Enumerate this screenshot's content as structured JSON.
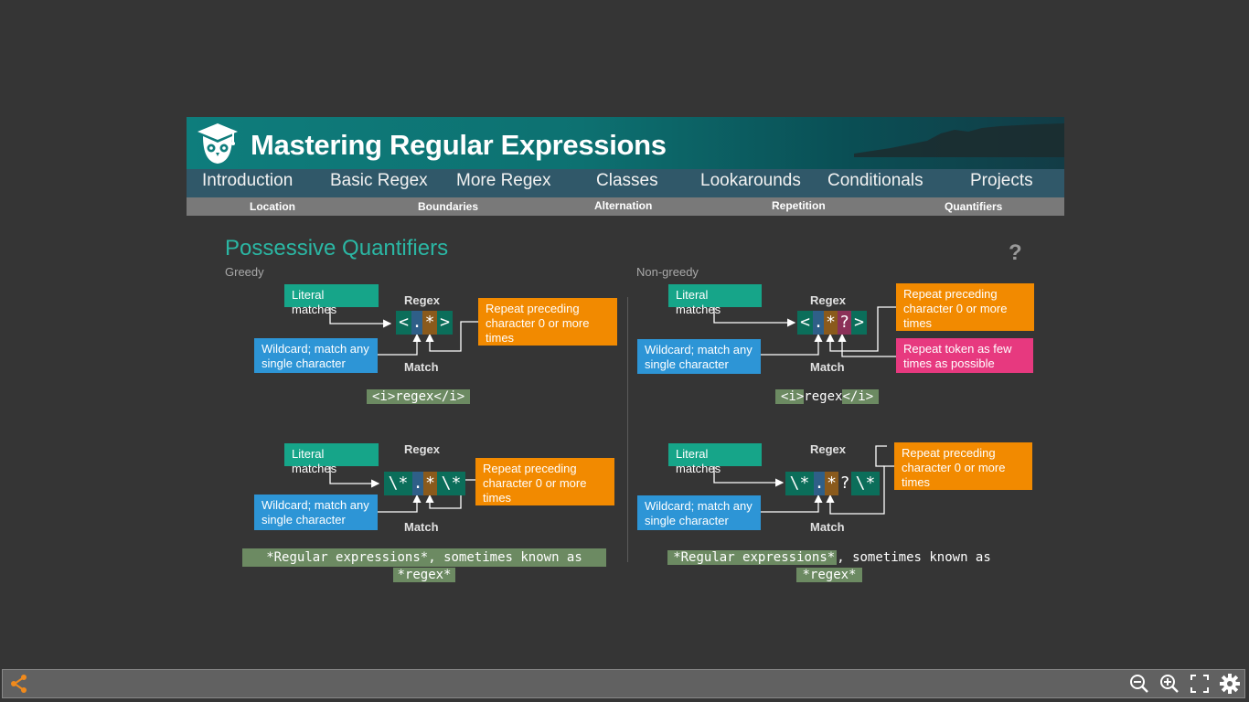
{
  "header": {
    "title": "Mastering Regular Expressions"
  },
  "nav": {
    "items": [
      "Introduction",
      "Basic Regex",
      "More Regex",
      "Classes",
      "Lookarounds",
      "Conditionals",
      "Projects"
    ]
  },
  "subnav": {
    "items": [
      "Location",
      "Boundaries",
      "Alternation",
      "Repetition",
      "Quantifiers"
    ]
  },
  "content": {
    "heading": "Possessive Quantifiers",
    "help": "?",
    "greedy_label": "Greedy",
    "nongreedy_label": "Non-greedy",
    "regex_label": "Regex",
    "match_label": "Match",
    "literal_matches": "Literal matches",
    "wildcard": "Wildcard; match any single character",
    "repeat_preceding": "Repeat preceding character 0 or more times",
    "repeat_few": "Repeat token as few times as possible",
    "greedy_1": {
      "tokens": [
        "<",
        ".",
        "*",
        ">"
      ],
      "result": "<i>regex</i>"
    },
    "nongreedy_1": {
      "tokens": [
        "<",
        ".",
        "*",
        "?",
        ">"
      ],
      "result_parts": [
        "<i>",
        "regex",
        "</i>"
      ]
    },
    "greedy_2": {
      "tokens": [
        "\\*",
        ".",
        "*",
        "\\*"
      ],
      "result_line1": "*Regular expressions*, sometimes known as",
      "result_line2": "*regex*"
    },
    "nongreedy_2": {
      "tokens": [
        "\\*",
        ".",
        "*",
        "?",
        "\\*"
      ],
      "result_line1_hl": "*Regular expressions*",
      "result_line1_rest": ", sometimes known as",
      "result_line2": "*regex*"
    }
  },
  "toolbar": {
    "icons": [
      "share-icon",
      "zoom-out-icon",
      "zoom-in-icon",
      "fullscreen-icon",
      "settings-icon"
    ]
  },
  "colors": {
    "teal": "#16a589",
    "blue": "#2d95d6",
    "orange": "#f28a00",
    "pink": "#e7397f",
    "heading": "#2bb7a4"
  }
}
